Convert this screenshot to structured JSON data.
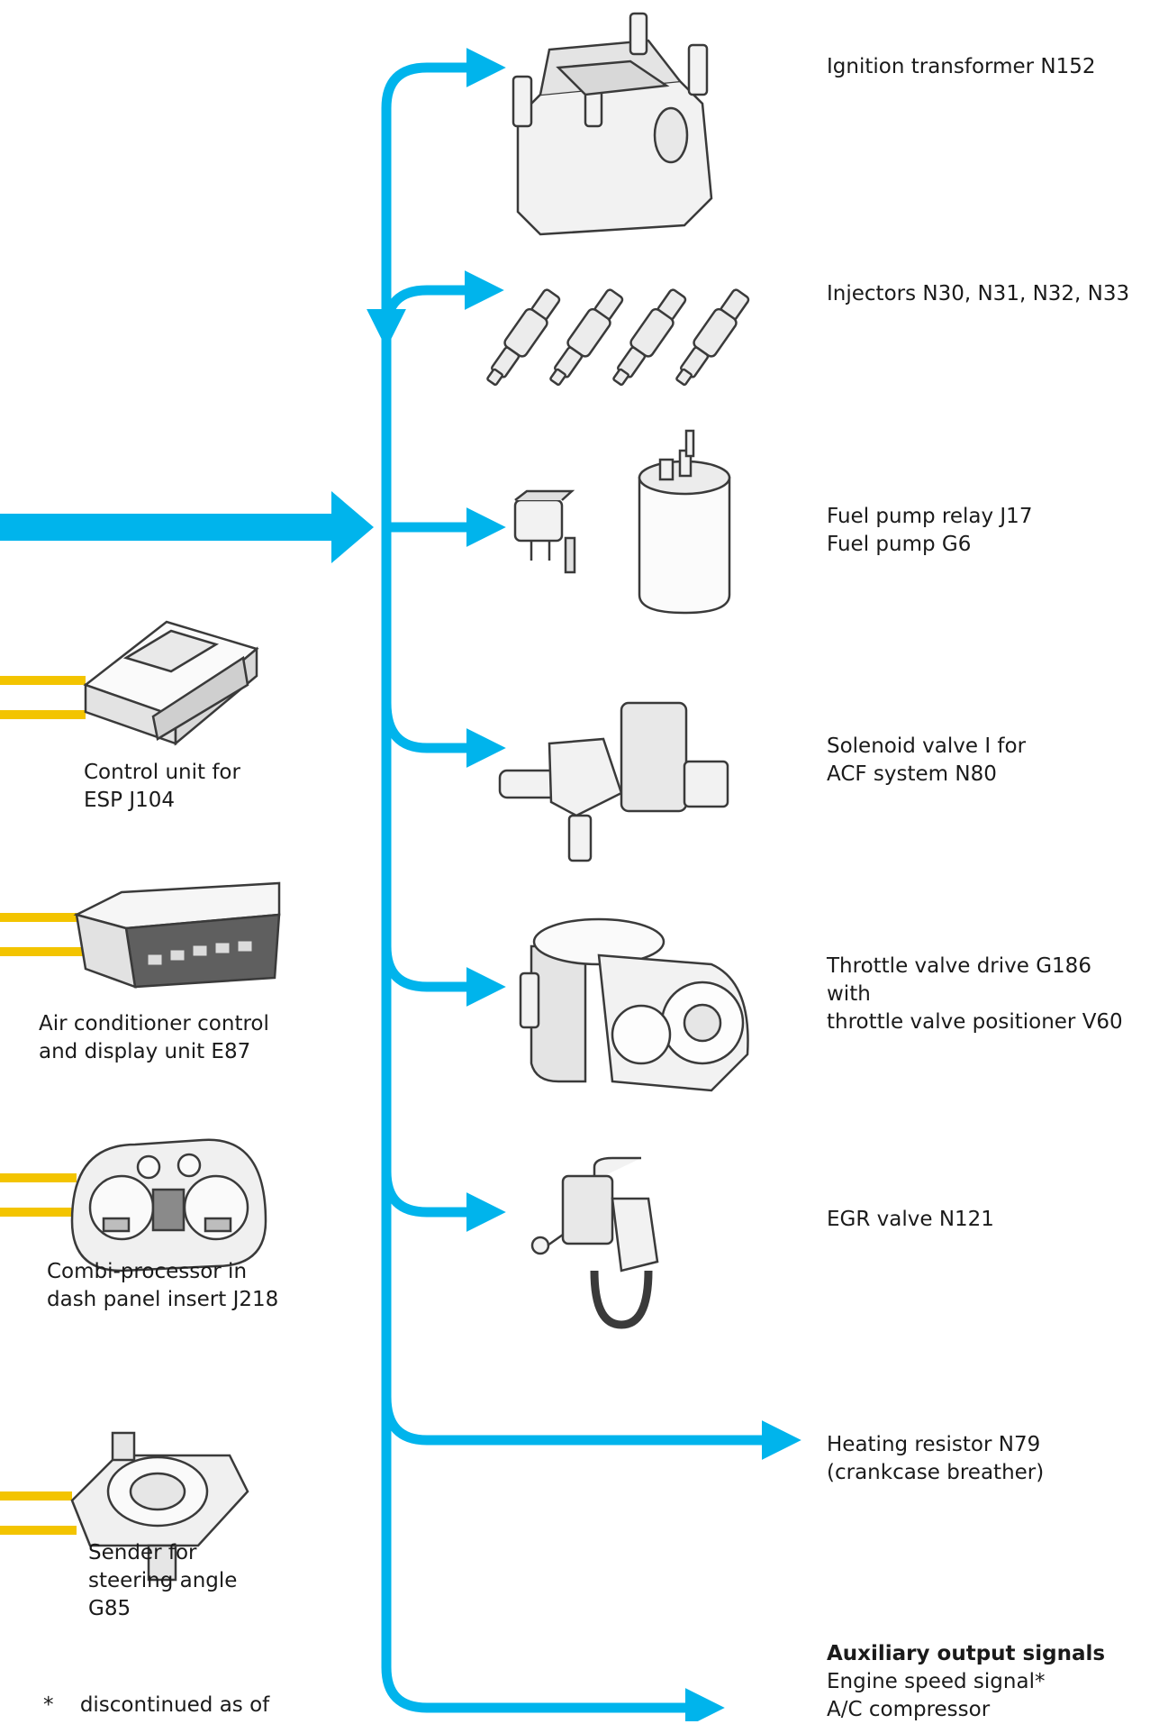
{
  "colors": {
    "signal_line": "#00b4ec",
    "input_wire": "#f3c400",
    "outline": "#3a3a3a"
  },
  "outputs": [
    {
      "lines": [
        "Ignition transformer N152"
      ],
      "icon": "ignition-coil-icon"
    },
    {
      "lines": [
        "Injectors N30, N31, N32, N33"
      ],
      "icon": "injectors-icon"
    },
    {
      "lines": [
        "Fuel pump relay J17",
        "Fuel pump G6"
      ],
      "icon": "fuel-pump-icon"
    },
    {
      "lines": [
        "Solenoid valve I for",
        "ACF system N80"
      ],
      "icon": "solenoid-valve-icon"
    },
    {
      "lines": [
        "Throttle valve drive G186",
        "with",
        "throttle valve positioner V60"
      ],
      "icon": "throttle-body-icon"
    },
    {
      "lines": [
        "EGR valve N121"
      ],
      "icon": "egr-valve-icon"
    },
    {
      "lines": [
        "Heating resistor N79",
        "(crankcase breather)"
      ],
      "icon": ""
    },
    {
      "heading": "Auxiliary output signals",
      "lines": [
        "Engine speed signal*",
        "A/C compressor"
      ],
      "icon": ""
    }
  ],
  "inputs": [
    {
      "lines": [
        "Control unit for",
        "ESP J104"
      ],
      "icon": "esp-control-unit-icon"
    },
    {
      "lines": [
        "Air conditioner control",
        "and display unit E87"
      ],
      "icon": "ac-control-unit-icon"
    },
    {
      "lines": [
        "Combi-processor in",
        "dash panel insert J218"
      ],
      "icon": "instrument-cluster-icon"
    },
    {
      "lines": [
        "Sender for",
        "steering angle",
        "G85"
      ],
      "icon": "steering-angle-sender-icon"
    }
  ],
  "footnote": {
    "marker": "*",
    "text": "discontinued as of"
  }
}
